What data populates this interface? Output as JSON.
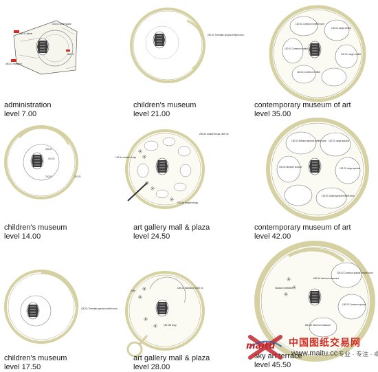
{
  "panels": [
    {
      "id": "p1",
      "name": "administration",
      "level": "level 7.00"
    },
    {
      "id": "p2",
      "name": "children's museum",
      "level": "level 21.00"
    },
    {
      "id": "p3",
      "name": "contemporary museum of art",
      "level": "level 35.00"
    },
    {
      "id": "p4",
      "name": "children's museum",
      "level": "level 14.00"
    },
    {
      "id": "p5",
      "name": "art gallery mall & plaza",
      "level": "level 24.50"
    },
    {
      "id": "p6",
      "name": "contemporary museum of art",
      "level": "level 42.00"
    },
    {
      "id": "p7",
      "name": "children's museum",
      "level": "level 17.50"
    },
    {
      "id": "p8",
      "name": "art gallery mall & plaza",
      "level": "level 28.00"
    },
    {
      "id": "p9",
      "name": "sky art terrace",
      "level": "level 45.50"
    }
  ],
  "colors": {
    "ring": "#d6d1a2",
    "ring_stroke": "#9a9468",
    "core": "#4a4a4a",
    "line": "#777777"
  },
  "watermark": {
    "logo_text": "maitu",
    "title": "中国图纸交易网",
    "site": "www.maitu.cc",
    "slogan": "专业 · 专注 · 卓越"
  }
}
